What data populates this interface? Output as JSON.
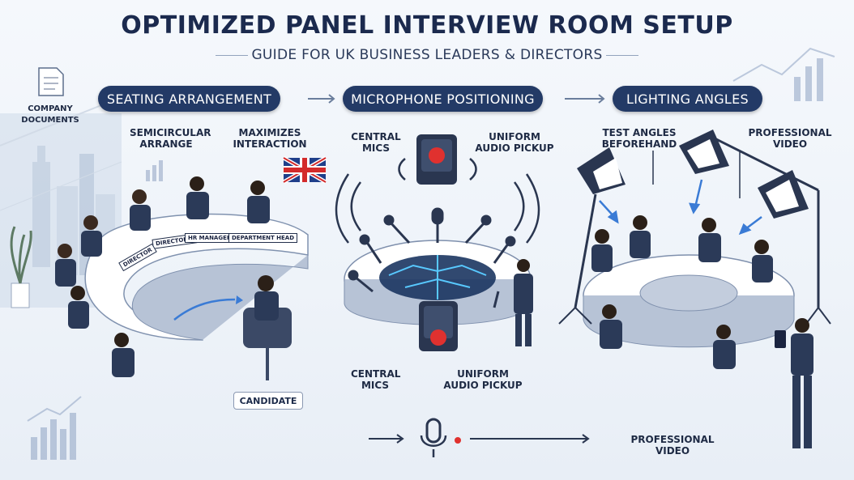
{
  "header": {
    "title": "OPTIMIZED PANEL INTERVIEW ROOM SETUP",
    "subtitle": "GUIDE FOR UK BUSINESS LEADERS & DIRECTORS"
  },
  "sections": [
    {
      "label": "SEATING ARRANGEMENT"
    },
    {
      "label": "MICROPHONE POSITIONING"
    },
    {
      "label": "LIGHTING ANGLES"
    }
  ],
  "seating": {
    "company_documents": "COMPANY DOCUMENTS",
    "semicircular": "SEMICIRCULAR ARRANGE",
    "maximizes": "MAXIMIZES INTERACTION",
    "candidate": "CANDIDATE",
    "plaques": [
      "DIRECTOR 1",
      "HR MANAGER",
      "DEPARTMENT HEAD",
      "DIRECTOR"
    ]
  },
  "microphone": {
    "central_mics_top": "CENTRAL MICS",
    "uniform_top": "UNIFORM AUDIO PICKUP",
    "central_mics_bottom": "CENTRAL MICS",
    "uniform_bottom": "UNIFORM AUDIO PICKUP"
  },
  "lighting": {
    "test_angles": "TEST ANGLES BEFOREHAND",
    "professional_video_top": "PROFESSIONAL VIDEO",
    "professional_video_bottom": "PROFESSIONAL VIDEO"
  },
  "colors": {
    "navy": "#233a66",
    "accent_blue": "#3a7bd5",
    "recording_red": "#e0312f"
  }
}
